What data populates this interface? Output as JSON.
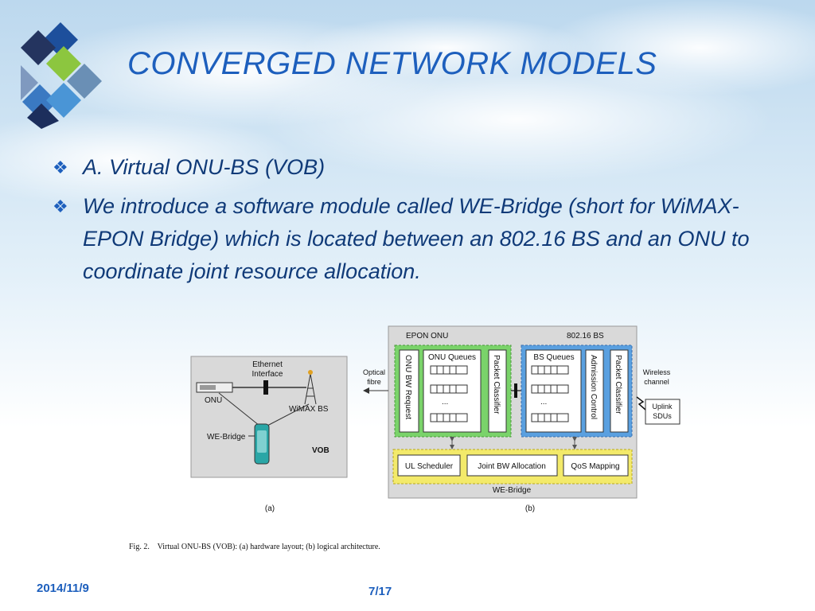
{
  "slide": {
    "title": "CONVERGED NETWORK MODELS",
    "bullets": [
      "A. Virtual ONU-BS (VOB)",
      "We introduce a software module called WE-Bridge (short for WiMAX-EPON Bridge) which is located between an 802.16 BS and an ONU to coordinate joint resource allocation."
    ],
    "bullet_mark": "❖",
    "footer": {
      "date": "2014/11/9",
      "page": "7/17"
    }
  },
  "figure": {
    "a": {
      "ethernet": [
        "Ethernet",
        "Interface"
      ],
      "onu": "ONU",
      "wimax": "WiMAX BS",
      "webridge": "WE-Bridge",
      "vob": "VOB",
      "label": "(a)"
    },
    "b": {
      "epon": "EPON ONU",
      "bs": "802.16 BS",
      "optical": [
        "Optical",
        "fibre"
      ],
      "wireless": [
        "Wireless",
        "channel"
      ],
      "uplink": [
        "Uplink",
        "SDUs"
      ],
      "onu_bw": "ONU BW Request",
      "onu_queues": "ONU Queues",
      "packet1": "Packet Classifier",
      "bs_queues": "BS Queues",
      "admission": "Admission Control",
      "packet2": "Packet Classifier",
      "dots": "...",
      "ul": "UL Scheduler",
      "joint": "Joint BW Allocation",
      "qos": "QoS Mapping",
      "webridge": "WE-Bridge",
      "label": "(b)"
    },
    "caption": "Fig. 2.    Virtual ONU-BS (VOB): (a) hardware layout; (b) logical architecture."
  },
  "colors": {
    "title": "#1d5fbd",
    "text": "#103a78",
    "green": "#7ad36a",
    "blue": "#5aa0e0",
    "yellow": "#f3ea6a"
  }
}
